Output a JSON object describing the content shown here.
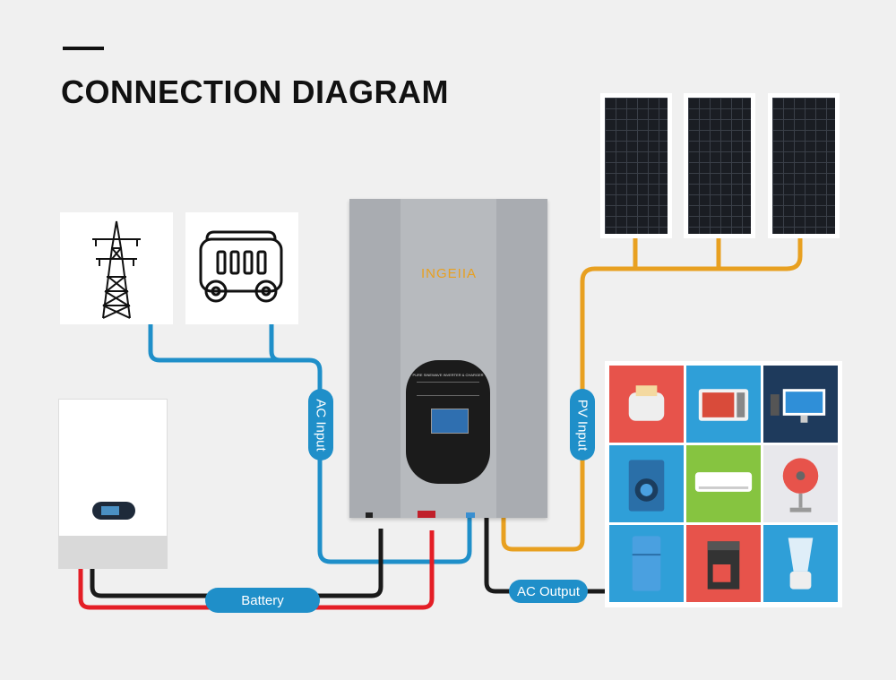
{
  "page": {
    "title": "CONNECTION DIAGRAM"
  },
  "inverter": {
    "brand": "INGEIIA",
    "panel_heading": "PURE SINEWAVE INVERTER & CHARGER"
  },
  "labels": {
    "ac_input": "AC Input",
    "pv_input": "PV Input",
    "battery": "Battery",
    "ac_output": "AC Output"
  },
  "colors": {
    "ac_wire": "#1f8fc9",
    "pv_wire": "#e8a020",
    "battery_positive": "#e41e26",
    "battery_negative": "#1a1a1a",
    "label_bg": "#1f8fc9"
  },
  "icons": {
    "grid": "power-pylon-icon",
    "generator": "generator-icon",
    "solar_panels": [
      "solar-panel-icon",
      "solar-panel-icon",
      "solar-panel-icon"
    ],
    "appliances": [
      {
        "name": "toaster-icon",
        "bg": "#e7534b"
      },
      {
        "name": "microwave-icon",
        "bg": "#2f9fd8"
      },
      {
        "name": "monitor-icon",
        "bg": "#1e3a5c"
      },
      {
        "name": "washing-machine-icon",
        "bg": "#2f9fd8"
      },
      {
        "name": "air-conditioner-icon",
        "bg": "#86c440"
      },
      {
        "name": "fan-icon",
        "bg": "#e8e8ec"
      },
      {
        "name": "refrigerator-icon",
        "bg": "#2f9fd8"
      },
      {
        "name": "coffee-maker-icon",
        "bg": "#e7534b"
      },
      {
        "name": "blender-icon",
        "bg": "#2f9fd8"
      }
    ]
  }
}
